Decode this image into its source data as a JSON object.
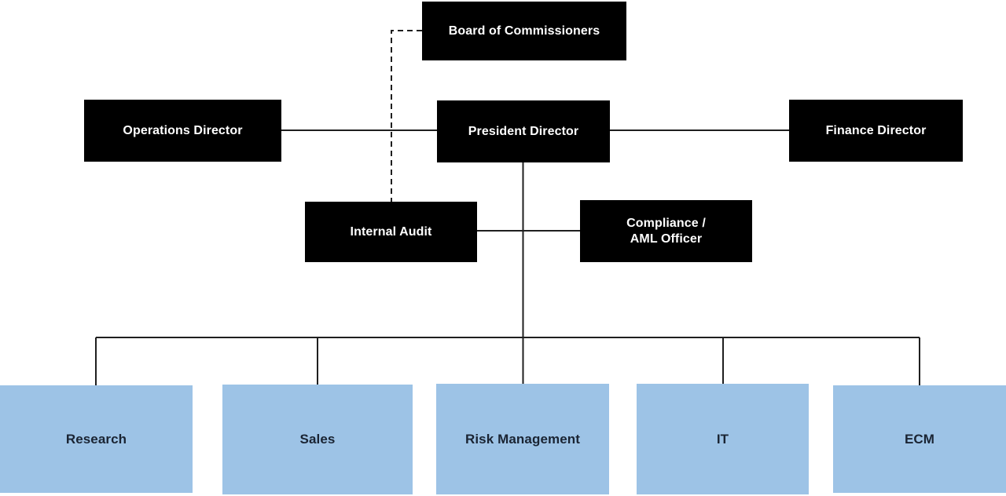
{
  "diagram": {
    "type": "org-chart",
    "nodes": {
      "board": {
        "label": "Board of Commissioners"
      },
      "operations": {
        "label": "Operations Director"
      },
      "president": {
        "label": "President Director"
      },
      "finance": {
        "label": "Finance Director"
      },
      "internal_audit": {
        "label": "Internal Audit"
      },
      "compliance": {
        "label": "Compliance /\nAML Officer"
      },
      "research": {
        "label": "Research"
      },
      "sales": {
        "label": "Sales"
      },
      "risk_management": {
        "label": "Risk Management"
      },
      "it": {
        "label": "IT"
      },
      "ecm": {
        "label": "ECM"
      }
    },
    "edges": [
      {
        "from": "board",
        "to": "internal_audit",
        "style": "dashed"
      },
      {
        "from": "operations",
        "to": "president",
        "style": "solid"
      },
      {
        "from": "president",
        "to": "finance",
        "style": "solid"
      },
      {
        "from": "internal_audit",
        "to": "compliance",
        "style": "solid"
      },
      {
        "from": "president",
        "to": "research",
        "style": "solid"
      },
      {
        "from": "president",
        "to": "sales",
        "style": "solid"
      },
      {
        "from": "president",
        "to": "risk_management",
        "style": "solid"
      },
      {
        "from": "president",
        "to": "it",
        "style": "solid"
      },
      {
        "from": "president",
        "to": "ecm",
        "style": "solid"
      }
    ],
    "colors": {
      "box_dark": "#000000",
      "box_dark_text": "#ffffff",
      "box_blue": "#9dc3e6",
      "box_blue_text": "#1a2433",
      "connector": "#1f1f1f",
      "canvas_bg": "#ffffff"
    }
  }
}
